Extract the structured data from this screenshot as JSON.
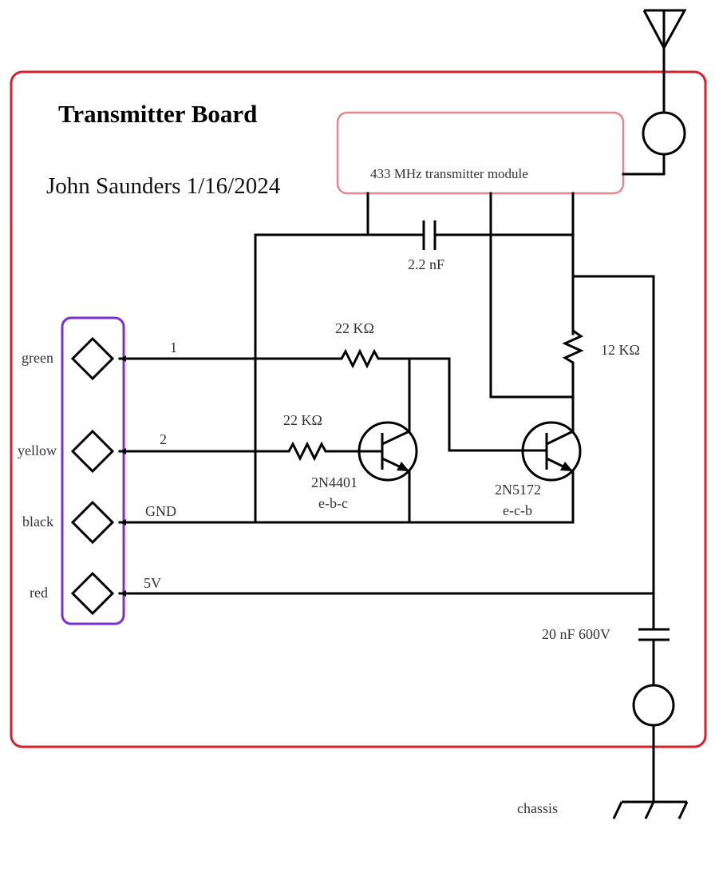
{
  "header": {
    "title": "Transmitter Board",
    "author_date": "John Saunders 1/16/2024"
  },
  "colors": {
    "board_border": "#d9202a",
    "module_border": "#e5858a",
    "connector_border": "#7a2fd6",
    "wire": "#000000"
  },
  "module": {
    "label": "433 MHz transmitter module"
  },
  "connector": {
    "pins": [
      {
        "color_label": "green",
        "net_label": "1"
      },
      {
        "color_label": "yellow",
        "net_label": "2"
      },
      {
        "color_label": "black",
        "net_label": "GND"
      },
      {
        "color_label": "red",
        "net_label": "5V"
      }
    ]
  },
  "components": {
    "c1": {
      "value": "2.2 nF"
    },
    "r1": {
      "value": "22 KΩ"
    },
    "r2": {
      "value": "22 KΩ"
    },
    "r3": {
      "value": "12 KΩ"
    },
    "q1": {
      "part": "2N4401",
      "pinout": "e-b-c"
    },
    "q2": {
      "part": "2N5172",
      "pinout": "e-c-b"
    },
    "c2": {
      "value": "20 nF 600V"
    }
  },
  "ground": {
    "label": "chassis"
  }
}
